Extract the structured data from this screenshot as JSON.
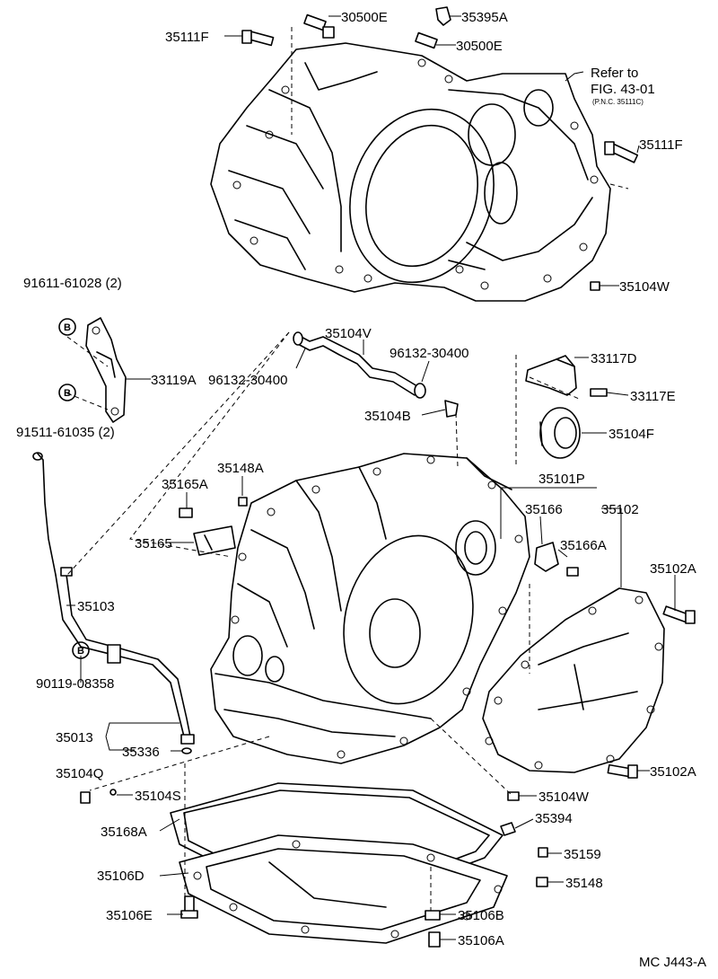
{
  "labels": {
    "p30500E_top": "30500E",
    "p35395A": "35395A",
    "p35111F_top": "35111F",
    "p30500E_mid": "30500E",
    "refer_line1": "Refer to",
    "refer_line2": "FIG. 43-01",
    "refer_line3": "(P.N.C. 35111C)",
    "p35111F_right": "35111F",
    "p35104W_top": "35104W",
    "p91611": "91611-61028 (2)",
    "p33119A": "33119A",
    "p91511": "91511-61035 (2)",
    "p35104V": "35104V",
    "p96132_left": "96132-30400",
    "p96132_right": "96132-30400",
    "p35104B": "35104B",
    "p33117D": "33117D",
    "p33117E": "33117E",
    "p35104F": "35104F",
    "p35148A": "35148A",
    "p35165A": "35165A",
    "p35165": "35165",
    "p35101P": "35101P",
    "p35166": "35166",
    "p35102": "35102",
    "p35166A": "35166A",
    "p35102A_top": "35102A",
    "p35103": "35103",
    "p90119": "90119-08358",
    "p35013": "35013",
    "p35336": "35336",
    "p35104Q": "35104Q",
    "p35104S": "35104S",
    "p35102A_bottom": "35102A",
    "p35104W_bottom": "35104W",
    "p35168A": "35168A",
    "p35394": "35394",
    "p35159": "35159",
    "p35106D": "35106D",
    "p35148": "35148",
    "p35106B": "35106B",
    "p35106E": "35106E",
    "p35106A": "35106A",
    "fig_code": "MC J443-A",
    "badge_b1": "B",
    "badge_b2": "B",
    "badge_b3": "B"
  }
}
